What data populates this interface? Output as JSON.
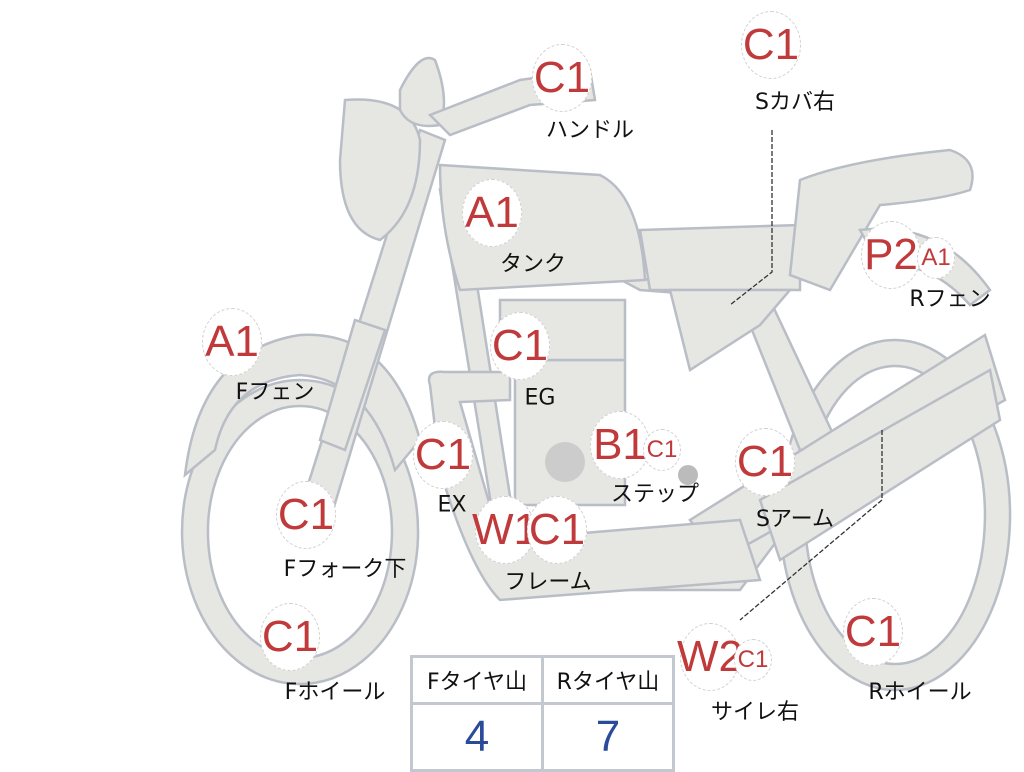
{
  "parts": [
    {
      "name": "handle",
      "grade": "C1",
      "label": "ハンドル"
    },
    {
      "name": "side-cover-right",
      "grade": "C1",
      "label": "Sカバ右"
    },
    {
      "name": "tank",
      "grade": "A1",
      "label": "タンク"
    },
    {
      "name": "rear-fender",
      "grade": "P2",
      "grade2": "A1",
      "label": "Rフェン"
    },
    {
      "name": "front-fender",
      "grade": "A1",
      "label": "Fフェン"
    },
    {
      "name": "engine",
      "grade": "C1",
      "label": "EG"
    },
    {
      "name": "exhaust",
      "grade": "C1",
      "label": "EX"
    },
    {
      "name": "step",
      "grade": "B1",
      "grade2": "C1",
      "label": "ステップ"
    },
    {
      "name": "swing-arm",
      "grade": "C1",
      "label": "Sアーム"
    },
    {
      "name": "front-fork-lower",
      "grade": "C1",
      "label": "Fフォーク下"
    },
    {
      "name": "frame",
      "grade": "W1",
      "grade2": "C1",
      "label": "フレーム"
    },
    {
      "name": "front-wheel",
      "grade": "C1",
      "label": "Fホイール"
    },
    {
      "name": "silencer-right",
      "grade": "W2",
      "grade2": "C1",
      "label": "サイレ右"
    },
    {
      "name": "rear-wheel",
      "grade": "C1",
      "label": "Rホイール"
    }
  ],
  "tire_table": {
    "headers": [
      "Fタイヤ山",
      "Rタイヤ山"
    ],
    "values": [
      "4",
      "7"
    ]
  },
  "colors": {
    "grade": "#c0393b",
    "value": "#2a4a9a",
    "body": "#e6e6e2",
    "outline": "#b9bdc6"
  }
}
